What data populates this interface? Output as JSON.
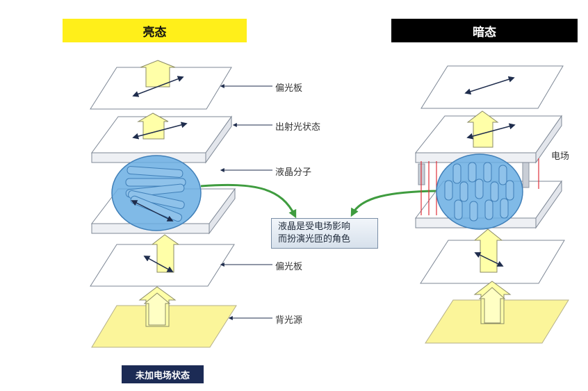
{
  "headers": {
    "bright": "亮态",
    "dark": "暗态"
  },
  "labels": {
    "polarizer_top": "偏光板",
    "output_light_state": "出射光状态",
    "liquid_crystal_molecules": "液晶分子",
    "polarizer_bottom": "偏光板",
    "backlight": "背光源",
    "electric_field": "电场"
  },
  "callout": {
    "line1": "液晶是受电场影响",
    "line2": "而扮演光匝的角色"
  },
  "caption": "未加电场状态",
  "colors": {
    "bright_header": "#ffef1a",
    "dark_header": "#000000",
    "arrow_fill": "#ffffa8",
    "backlight_fill": "#fbf59a",
    "lc_ellipse": "#6aaee3",
    "green_arrow": "#3f9c3f",
    "field_lines": "#e0303a",
    "caption_bg": "#1c2b55"
  },
  "icons": [
    "up-arrow-icon",
    "polarization-arrow-icon",
    "green-pointer-icon"
  ]
}
